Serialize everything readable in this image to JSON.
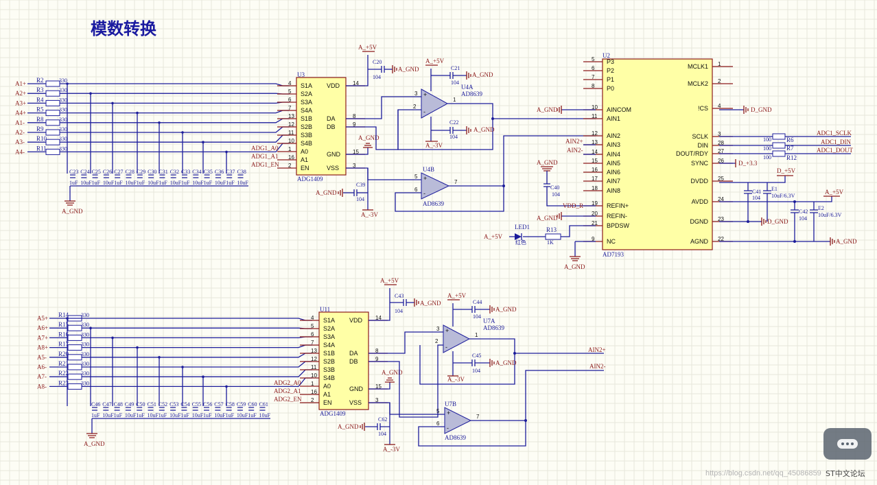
{
  "title": "模数转换",
  "watermark": {
    "url": "https://blog.csdn.net/qq_45086859",
    "brand": "ST中文论坛"
  },
  "adc": {
    "ref": "U2",
    "part": "AD7193",
    "left_pins": [
      {
        "num": "5",
        "name": "P3"
      },
      {
        "num": "6",
        "name": "P2"
      },
      {
        "num": "7",
        "name": "P1"
      },
      {
        "num": "8",
        "name": "P0"
      },
      {
        "num": "10",
        "name": "AINCOM"
      },
      {
        "num": "11",
        "name": "AIN1"
      },
      {
        "num": "12",
        "name": "AIN2"
      },
      {
        "num": "13",
        "name": "AIN3"
      },
      {
        "num": "14",
        "name": "AIN4"
      },
      {
        "num": "15",
        "name": "AIN5"
      },
      {
        "num": "16",
        "name": "AIN6"
      },
      {
        "num": "17",
        "name": "AIN7"
      },
      {
        "num": "18",
        "name": "AIN8"
      },
      {
        "num": "19",
        "name": "REFIN+"
      },
      {
        "num": "20",
        "name": "REFIN-"
      },
      {
        "num": "21",
        "name": "BPDSW"
      },
      {
        "num": "9",
        "name": "NC"
      }
    ],
    "right_pins": [
      {
        "num": "1",
        "name": "MCLK1"
      },
      {
        "num": "2",
        "name": "MCLK2"
      },
      {
        "num": "4",
        "name": "!CS"
      },
      {
        "num": "3",
        "name": "SCLK"
      },
      {
        "num": "28",
        "name": "DIN"
      },
      {
        "num": "27",
        "name": "DOUT/RDY"
      },
      {
        "num": "26",
        "name": "SYNC"
      },
      {
        "num": "25",
        "name": "DVDD"
      },
      {
        "num": "24",
        "name": "AVDD"
      },
      {
        "num": "23",
        "name": "DGND"
      },
      {
        "num": "22",
        "name": "AGND"
      }
    ],
    "nets": {
      "ain2p": "AIN2+",
      "ain2m": "AIN2-",
      "agnd1": "A_GND",
      "agnd2": "A_GND",
      "agnd3": "A_GND",
      "vddr": "VDD_R",
      "dgnd1": "D_GND",
      "dgnd2": "D_GND",
      "dp33": "D_+3.3",
      "dp5": "D_+5V",
      "ap5": "A_+5V",
      "ap5b": "A_+5V",
      "agndR": "A_GND",
      "sclk": "ADC1_SCLK",
      "din": "ADC1_DIN",
      "dout": "ADC1_DOUT"
    },
    "parts": {
      "r6": "R6",
      "r7": "R7",
      "r12": "R12",
      "r100a": "100",
      "r100b": "100",
      "r100c": "100",
      "c40": "C40",
      "c40v": "104",
      "c41": "C41",
      "c41v": "104",
      "e1": "E1",
      "e1v": "10uF/6.3V",
      "c42": "C42",
      "c42v": "104",
      "e2": "E2",
      "e2v": "10uF/6.3V",
      "led": "LED1",
      "ledc": "红色",
      "r13": "R13",
      "r13v": "1K"
    }
  },
  "top": {
    "mux": {
      "ref": "U3",
      "part": "ADG1409",
      "left": [
        {
          "num": "4",
          "name": "S1A"
        },
        {
          "num": "5",
          "name": "S2A"
        },
        {
          "num": "6",
          "name": "S3A"
        },
        {
          "num": "7",
          "name": "S4A"
        },
        {
          "num": "13",
          "name": "S1B"
        },
        {
          "num": "12",
          "name": "S2B"
        },
        {
          "num": "11",
          "name": "S3B"
        },
        {
          "num": "10",
          "name": "S4B"
        },
        {
          "num": "1",
          "name": "A0"
        },
        {
          "num": "16",
          "name": "A1"
        },
        {
          "num": "2",
          "name": "EN"
        }
      ],
      "right": [
        {
          "num": "14",
          "name": "VDD"
        },
        {
          "num": "8",
          "name": "DA"
        },
        {
          "num": "9",
          "name": "DB"
        },
        {
          "num": "15",
          "name": "GND"
        },
        {
          "num": "3",
          "name": "VSS"
        }
      ],
      "ctrl": [
        "ADG1_A0",
        "ADG1_A1",
        "ADG1_EN"
      ]
    },
    "inputs": [
      "A1+",
      "A2+",
      "A3+",
      "A4+",
      "A1-",
      "A2-",
      "A3-",
      "A4-"
    ],
    "res": [
      "R2",
      "R3",
      "R4",
      "R5",
      "R8",
      "R9",
      "R10",
      "R11"
    ],
    "res_val": "330",
    "caps": [
      "C23",
      "C24",
      "C25",
      "C26",
      "C27",
      "C28",
      "C29",
      "C30",
      "C31",
      "C32",
      "C33",
      "C34",
      "C35",
      "C36",
      "C37",
      "C38"
    ],
    "cap_val": "1uF",
    "cap_val2": "10uF",
    "gnd": "A_GND",
    "nets": {
      "p5a": "A_+5V",
      "c20": "C20",
      "c20v": "104",
      "agnd": "A_GND",
      "p5b": "A_+5V",
      "c21": "C21",
      "c21v": "104",
      "agnd2": "A_GND",
      "u4a": "U4A",
      "ad1": "AD8639",
      "c22": "C22",
      "c22v": "104",
      "agnd3": "A_GND",
      "m3a": "A_-3V",
      "gndA": "A_GND",
      "u4b": "U4B",
      "ad2": "AD8639",
      "agnd4": "A_GND",
      "c39": "C39",
      "c39v": "104",
      "m3b": "A_-3V"
    }
  },
  "bottom": {
    "mux": {
      "ref": "U11",
      "part": "ADG1409",
      "ctrl": [
        "ADG2_A0",
        "ADG2_A1",
        "ADG2_EN"
      ]
    },
    "inputs": [
      "A5+",
      "A6+",
      "A7+",
      "A8+",
      "A5-",
      "A6-",
      "A7-",
      "A8-"
    ],
    "res": [
      "R14",
      "R15",
      "R16",
      "R17",
      "R20",
      "R21",
      "R22",
      "R23"
    ],
    "caps": [
      "C46",
      "C47",
      "C48",
      "C49",
      "C50",
      "C51",
      "C52",
      "C53",
      "C54",
      "C55",
      "C56",
      "C57",
      "C58",
      "C59",
      "C60",
      "C61"
    ],
    "nets": {
      "p5a": "A_+5V",
      "c43": "C43",
      "c43v": "104",
      "agnd": "A_GND",
      "p5b": "A_+5V",
      "c44": "C44",
      "c44v": "104",
      "agnd2": "A_GND",
      "u7a": "U7A",
      "ad1": "AD8639",
      "c45": "C45",
      "c45v": "104",
      "agnd3": "A_GND",
      "m3a": "A_-3V",
      "gndA": "A_GND",
      "u7b": "U7B",
      "ad2": "AD8639",
      "agnd4": "A_GND",
      "c62": "C62",
      "c62v": "104",
      "m3b": "A_-3V",
      "out1": "AIN2+",
      "out2": "AIN2-"
    }
  }
}
